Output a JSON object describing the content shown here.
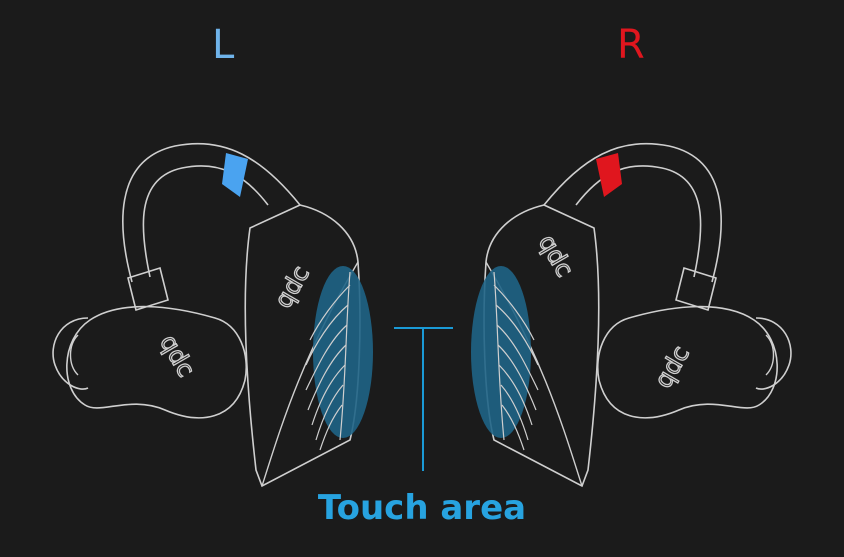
{
  "labels": {
    "left": "L",
    "right": "R"
  },
  "caption": "Touch area",
  "brand_logo": "qdc",
  "colors": {
    "left": "#6fb3ea",
    "right": "#e0161e",
    "touch": "#27a3e0",
    "outline": "#cfcfcf",
    "background": "#1b1b1b"
  }
}
